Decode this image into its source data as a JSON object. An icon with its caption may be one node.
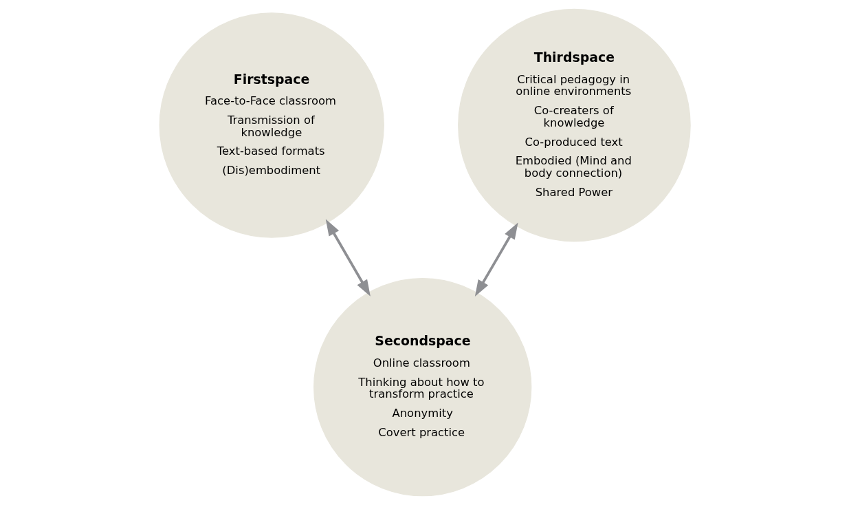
{
  "diagram": {
    "nodes": [
      {
        "text": [
          "Firstspace",
          "Face-to-Face classroom",
          "Transmission of knowledge",
          "Text-based formats",
          "(Dis)embodiment"
        ]
      },
      {
        "text": [
          "Thirdspace",
          "Critical pedagogy in online environments",
          "Co-creaters of knowledge",
          "Co-produced text",
          "Embodied (Mind and body connection)",
          "Shared Power"
        ]
      },
      {
        "text": [
          "Secondspace",
          "Online classroom",
          "Thinking about how to transform practice",
          "Anonymity",
          "Covert practice"
        ]
      }
    ],
    "edges": [
      {
        "from": 0,
        "to": 2,
        "arrow": "both"
      },
      {
        "from": 2,
        "to": 1,
        "arrow": "both"
      }
    ]
  }
}
